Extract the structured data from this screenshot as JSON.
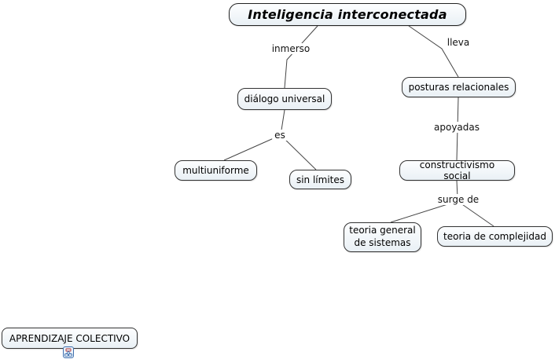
{
  "map": {
    "title": "Inteligencia interconectada",
    "nodes": {
      "dialogo": "diálogo universal",
      "posturas": "posturas relacionales",
      "multiuniforme": "multiuniforme",
      "sin_limites": "sin límites",
      "constructivismo": "constructivismo social",
      "teoria_sistemas": "teoria general\nde sistemas",
      "teoria_complejidad": "teoria de complejidad",
      "aprendizaje": "APRENDIZAJE COLECTIVO"
    },
    "linking_phrases": {
      "inmerso": "inmerso",
      "lleva": "lleva",
      "es": "es",
      "apoyadas": "apoyadas",
      "surge_de": "surge de"
    },
    "icons": {
      "resource": "cmap-resource-icon"
    },
    "colors": {
      "node_border": "#333333",
      "node_background_top": "#fdfeff",
      "node_background_bottom": "#e9f0f5",
      "line": "#444444",
      "text": "#000000",
      "icon_blue": "#3f6fae"
    }
  }
}
